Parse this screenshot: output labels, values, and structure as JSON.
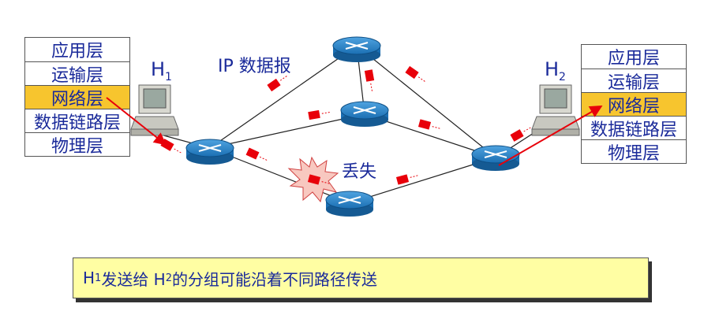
{
  "left_stack": {
    "layers": [
      "应用层",
      "运输层",
      "网络层",
      "数据链路层",
      "物理层"
    ],
    "highlighted": 2
  },
  "right_stack": {
    "layers": [
      "应用层",
      "运输层",
      "网络层",
      "数据链路层",
      "物理层"
    ],
    "highlighted": 2
  },
  "host1": {
    "label": "H",
    "sub": "1"
  },
  "host2": {
    "label": "H",
    "sub": "2"
  },
  "datagram_label": "IP 数据报",
  "lost_label": "丢失",
  "caption": {
    "part1": "H",
    "sub1": "1",
    "part2": " 发送给 H",
    "sub2": "2",
    "part3": " 的分组可能沿着不同路径传送"
  },
  "colors": {
    "text": "#1a2a9a",
    "highlight": "#f7c52e",
    "packet": "#e8000a",
    "router": "#1b6fb3",
    "caption_bg": "#fffea3"
  }
}
